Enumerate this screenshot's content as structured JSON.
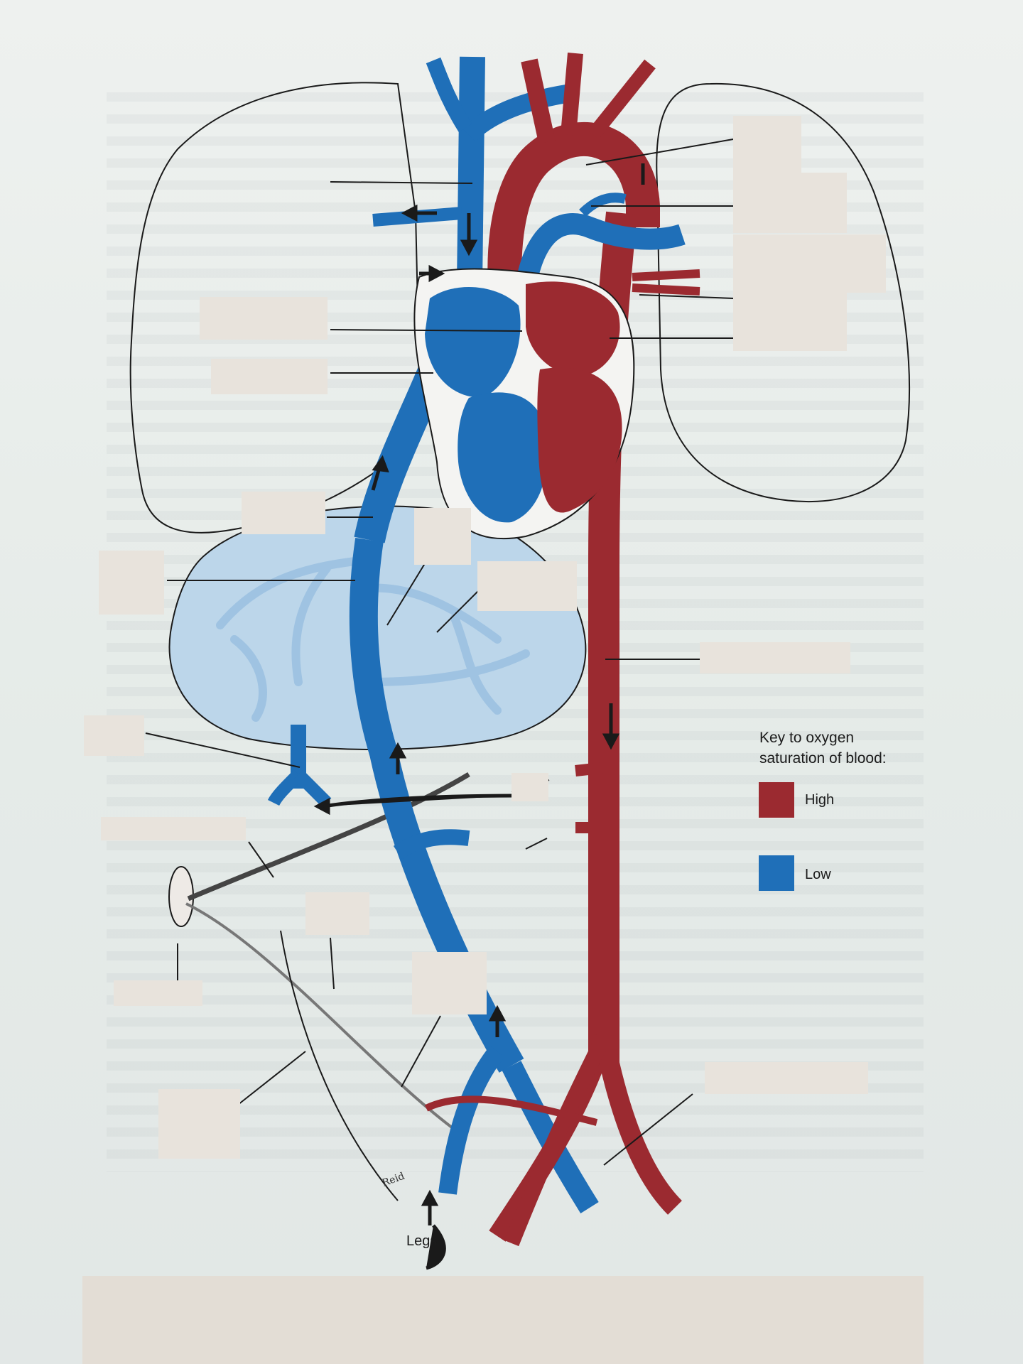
{
  "key": {
    "title": "Key to oxygen\nsaturation of blood:",
    "high_label": "High",
    "low_label": "Low",
    "high_color": "#9b2a30",
    "low_color": "#1f6fb8"
  },
  "legs_label": "Legs",
  "signature": "Reid",
  "colors": {
    "oxygenated": "#9b2a30",
    "deoxygenated": "#1f6fb8",
    "liver": "#bcd6ea",
    "label_box": "#e8e3dc"
  }
}
